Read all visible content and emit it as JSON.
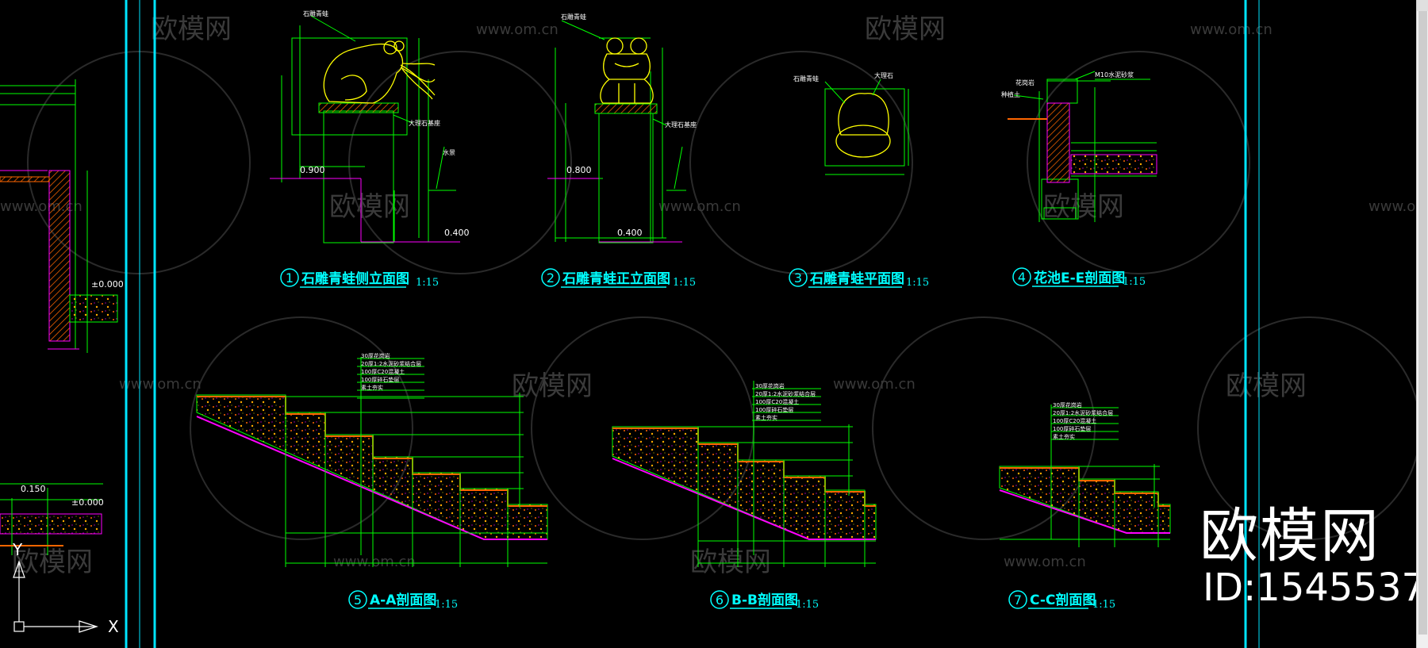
{
  "watermark": {
    "brand": "欧模网",
    "url": "www.om.cn",
    "id": "ID:1545537"
  },
  "colors": {
    "background": "#000000",
    "frame": "#00e5ff",
    "line": "#00ff00",
    "fill": "#ff6600",
    "magenta": "#ff00ff",
    "yellow": "#ffff00",
    "title": "#00ffff"
  },
  "drawings": [
    {
      "num": "1",
      "title": "石雕青蛙侧立面图",
      "scale": "1:15"
    },
    {
      "num": "2",
      "title": "石雕青蛙正立面图",
      "scale": "1:15"
    },
    {
      "num": "3",
      "title": "石雕青蛙平面图",
      "scale": "1:15"
    },
    {
      "num": "4",
      "title": "花池E-E剖面图",
      "scale": "1:15"
    },
    {
      "num": "5",
      "title": "A-A剖面图",
      "scale": "1:15"
    },
    {
      "num": "6",
      "title": "B-B剖面图",
      "scale": "1:15"
    },
    {
      "num": "7",
      "title": "C-C剖面图",
      "scale": "1:15"
    }
  ],
  "dimensions": {
    "d1": "0.900",
    "d1b": "0.400",
    "d2": "0.800",
    "d2b": "0.400",
    "left_a": "±0.000",
    "left_b": "0.150",
    "left_c": "±0.000"
  },
  "annotations": {
    "fountain": "水景",
    "frog1": "石雕青蛙",
    "frog2": "石雕青蛙",
    "base1": "大理石基座",
    "base2": "大理石基座",
    "frog3": "石雕青蛙",
    "base3": "大理石",
    "flower_a": "M10水泥砂浆",
    "flower_b": "花岗岩",
    "flower_c": "种植土",
    "stair_layers": [
      "30厚花岗岩",
      "20厚1:2水泥砂浆结合层",
      "100厚C20混凝土",
      "100厚碎石垫层",
      "素土夯实"
    ]
  },
  "axis": {
    "x": "X",
    "y": "Y"
  }
}
